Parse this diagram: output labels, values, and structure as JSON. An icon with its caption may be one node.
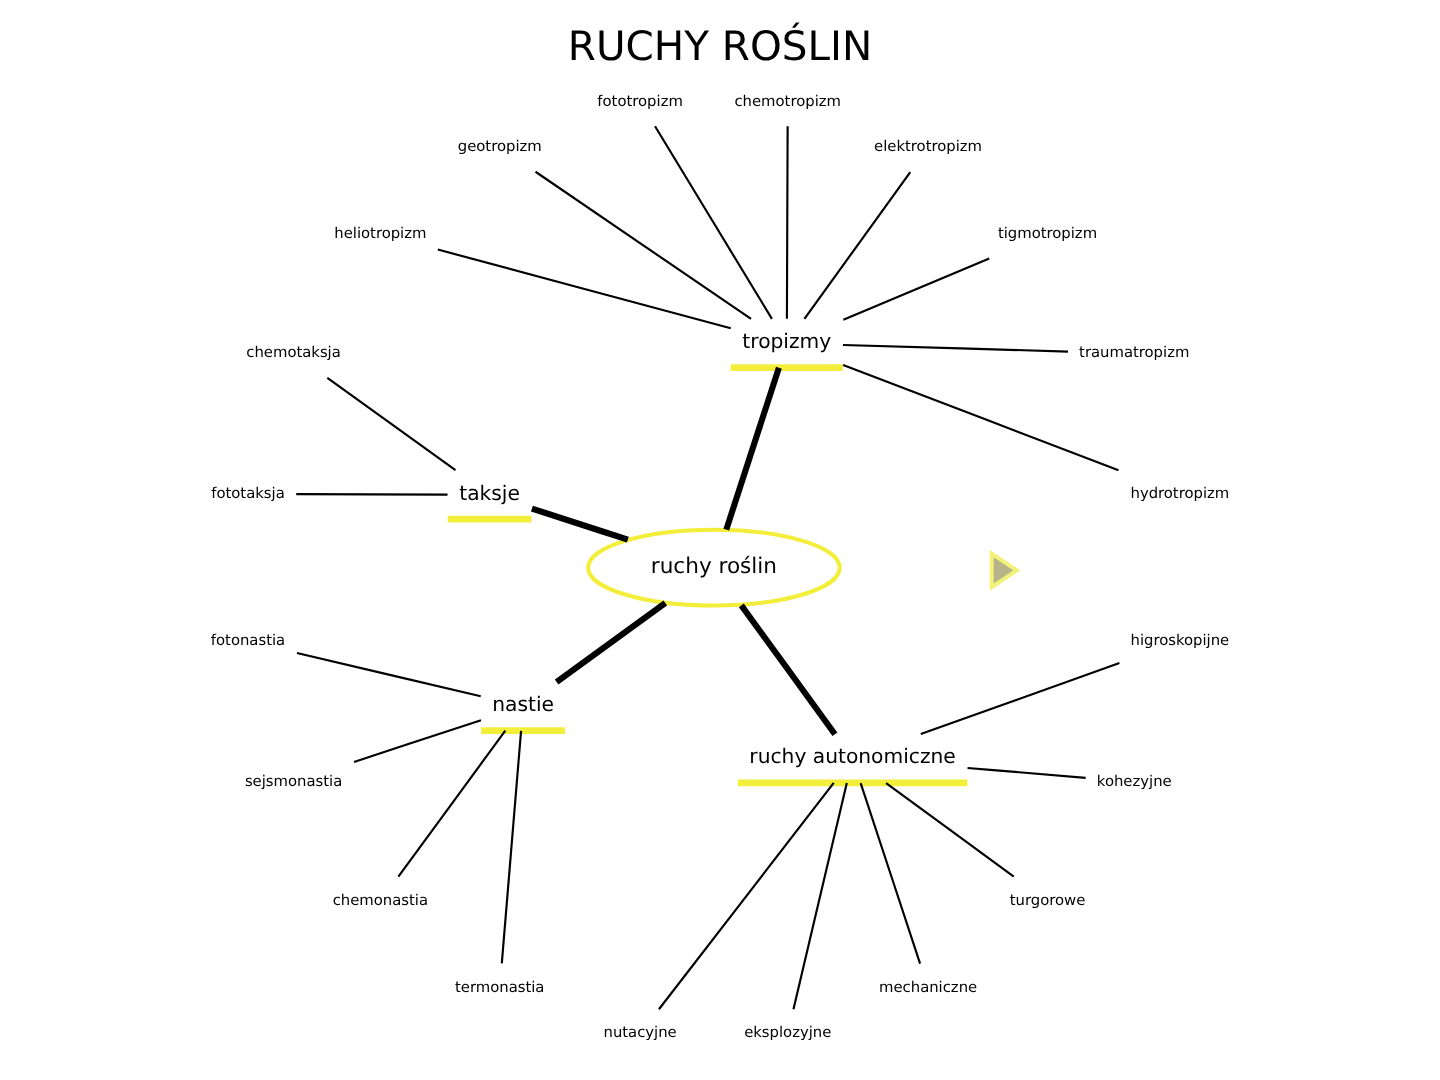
{
  "diagram": {
    "title": "RUCHY ROŚLIN",
    "nodes": [
      {
        "text": [
          "hydrotropizm"
        ]
      },
      {
        "text": [
          "traumatropizm"
        ]
      },
      {
        "text": [
          "ruchy roślin"
        ]
      },
      {
        "text": [
          "tropizmy"
        ]
      },
      {
        "text": [
          "taksje"
        ]
      },
      {
        "text": [
          "chemotaksja"
        ]
      },
      {
        "text": [
          "tigmotropizm"
        ]
      },
      {
        "text": [
          "elektrotropizm"
        ]
      },
      {
        "text": [
          "fototaksja"
        ]
      },
      {
        "text": [
          "chemotropizm"
        ]
      },
      {
        "text": [
          "fototropizm"
        ]
      },
      {
        "text": [
          "fotonastia"
        ]
      },
      {
        "text": [
          "nastie"
        ]
      },
      {
        "text": [
          "nutacyjne"
        ]
      },
      {
        "text": [
          "ruchy autonomiczne"
        ]
      },
      {
        "text": [
          "eksplozyjne"
        ]
      },
      {
        "text": [
          "geotropizm"
        ]
      },
      {
        "text": [
          "sejsmonastia"
        ]
      },
      {
        "text": [
          "chemonastia"
        ]
      },
      {
        "text": [
          "termonastia"
        ]
      },
      {
        "text": [
          "mechaniczne"
        ]
      },
      {
        "text": [
          "turgorowe"
        ]
      },
      {
        "text": [
          "heliotropizm"
        ]
      },
      {
        "text": [
          "kohezyjne"
        ]
      },
      {
        "text": [
          "higroskopijne"
        ]
      },
      {
        "text": [],
        "shape": "triangle"
      }
    ],
    "edges": [
      {
        "from": 2,
        "to": 3,
        "arrow": "none",
        "style": "thick"
      },
      {
        "from": 2,
        "to": 12,
        "arrow": "none",
        "style": "thick"
      },
      {
        "from": 2,
        "to": 14,
        "arrow": "none",
        "style": "thick"
      },
      {
        "from": 2,
        "to": 4,
        "arrow": "none",
        "style": "thick"
      },
      {
        "from": 3,
        "to": 0,
        "arrow": "none"
      },
      {
        "from": 3,
        "to": 1,
        "arrow": "none"
      },
      {
        "from": 3,
        "to": 6,
        "arrow": "none"
      },
      {
        "from": 3,
        "to": 7,
        "arrow": "none"
      },
      {
        "from": 3,
        "to": 9,
        "arrow": "none"
      },
      {
        "from": 3,
        "to": 10,
        "arrow": "none"
      },
      {
        "from": 3,
        "to": 16,
        "arrow": "none"
      },
      {
        "from": 3,
        "to": 22,
        "arrow": "none"
      },
      {
        "from": 4,
        "to": 5,
        "arrow": "none"
      },
      {
        "from": 4,
        "to": 8,
        "arrow": "none"
      },
      {
        "from": 12,
        "to": 11,
        "arrow": "none"
      },
      {
        "from": 12,
        "to": 17,
        "arrow": "none"
      },
      {
        "from": 12,
        "to": 19,
        "arrow": "none"
      },
      {
        "from": 12,
        "to": 18,
        "arrow": "none"
      },
      {
        "from": 14,
        "to": 13,
        "arrow": "none"
      },
      {
        "from": 14,
        "to": 15,
        "arrow": "none"
      },
      {
        "from": 14,
        "to": 20,
        "arrow": "none"
      },
      {
        "from": 14,
        "to": 24,
        "arrow": "none"
      },
      {
        "from": 14,
        "to": 23,
        "arrow": "none"
      },
      {
        "from": 14,
        "to": 21,
        "arrow": "none"
      }
    ]
  }
}
